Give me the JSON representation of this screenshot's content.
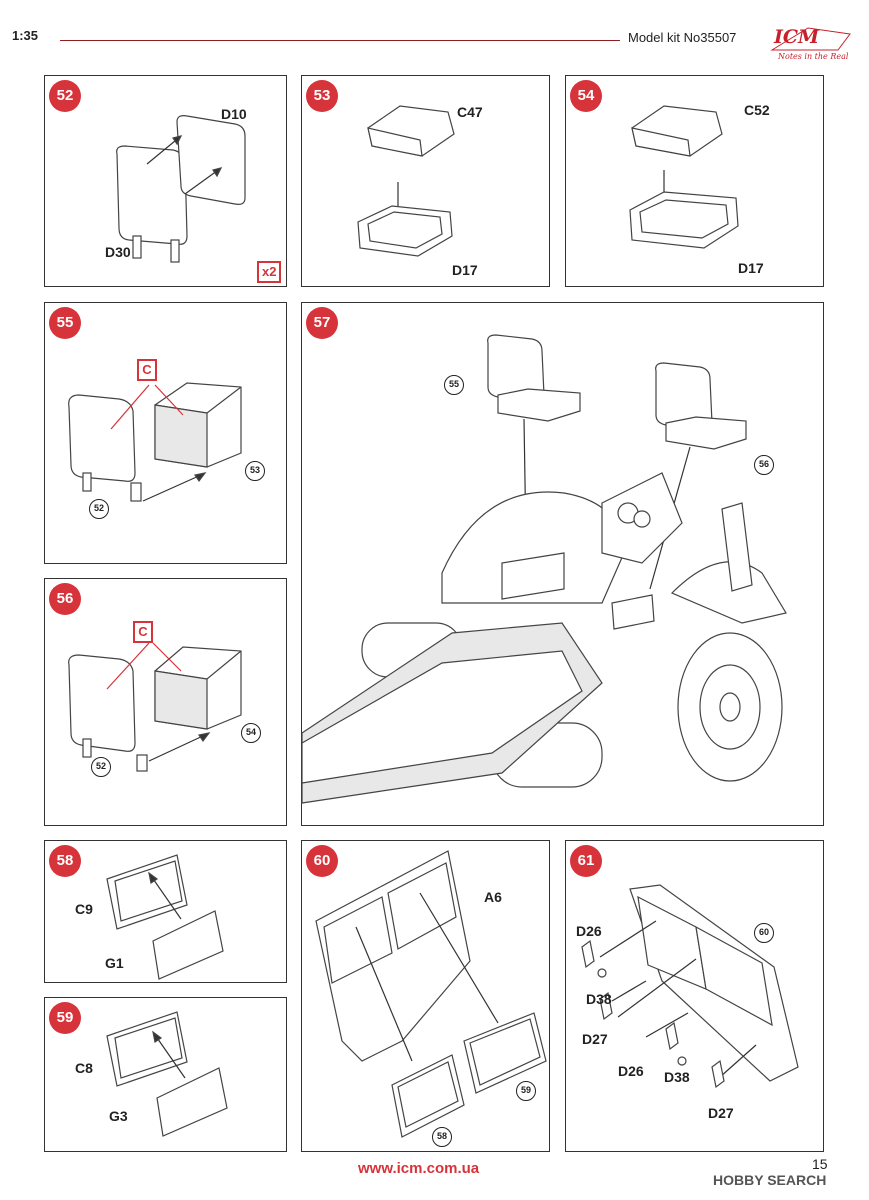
{
  "header": {
    "scale": "1:35",
    "kit": "Model kit No35507"
  },
  "logo": {
    "brand": "ICM",
    "tagline": "Notes in the Real"
  },
  "steps": [
    {
      "num": "52",
      "labels": [
        "D10",
        "D30"
      ],
      "multiplier": "x2"
    },
    {
      "num": "53",
      "labels": [
        "C47",
        "D17"
      ]
    },
    {
      "num": "54",
      "labels": [
        "C52",
        "D17"
      ]
    },
    {
      "num": "55",
      "color_code": "C",
      "refs": [
        "53",
        "52"
      ]
    },
    {
      "num": "56",
      "color_code": "C",
      "refs": [
        "54",
        "52"
      ]
    },
    {
      "num": "57",
      "refs": [
        "55",
        "56"
      ]
    },
    {
      "num": "58",
      "labels": [
        "C9",
        "G1"
      ]
    },
    {
      "num": "59",
      "labels": [
        "C8",
        "G3"
      ]
    },
    {
      "num": "60",
      "labels": [
        "A6"
      ],
      "refs": [
        "59",
        "58"
      ]
    },
    {
      "num": "61",
      "labels": [
        "D26",
        "D38",
        "D27",
        "D26",
        "D38",
        "D27"
      ],
      "refs": [
        "60"
      ]
    }
  ],
  "footer": {
    "url": "www.icm.com.ua",
    "page": "15",
    "watermark": "HOBBY SEARCH"
  },
  "colors": {
    "accent": "#d6333a",
    "line": "#333333"
  }
}
